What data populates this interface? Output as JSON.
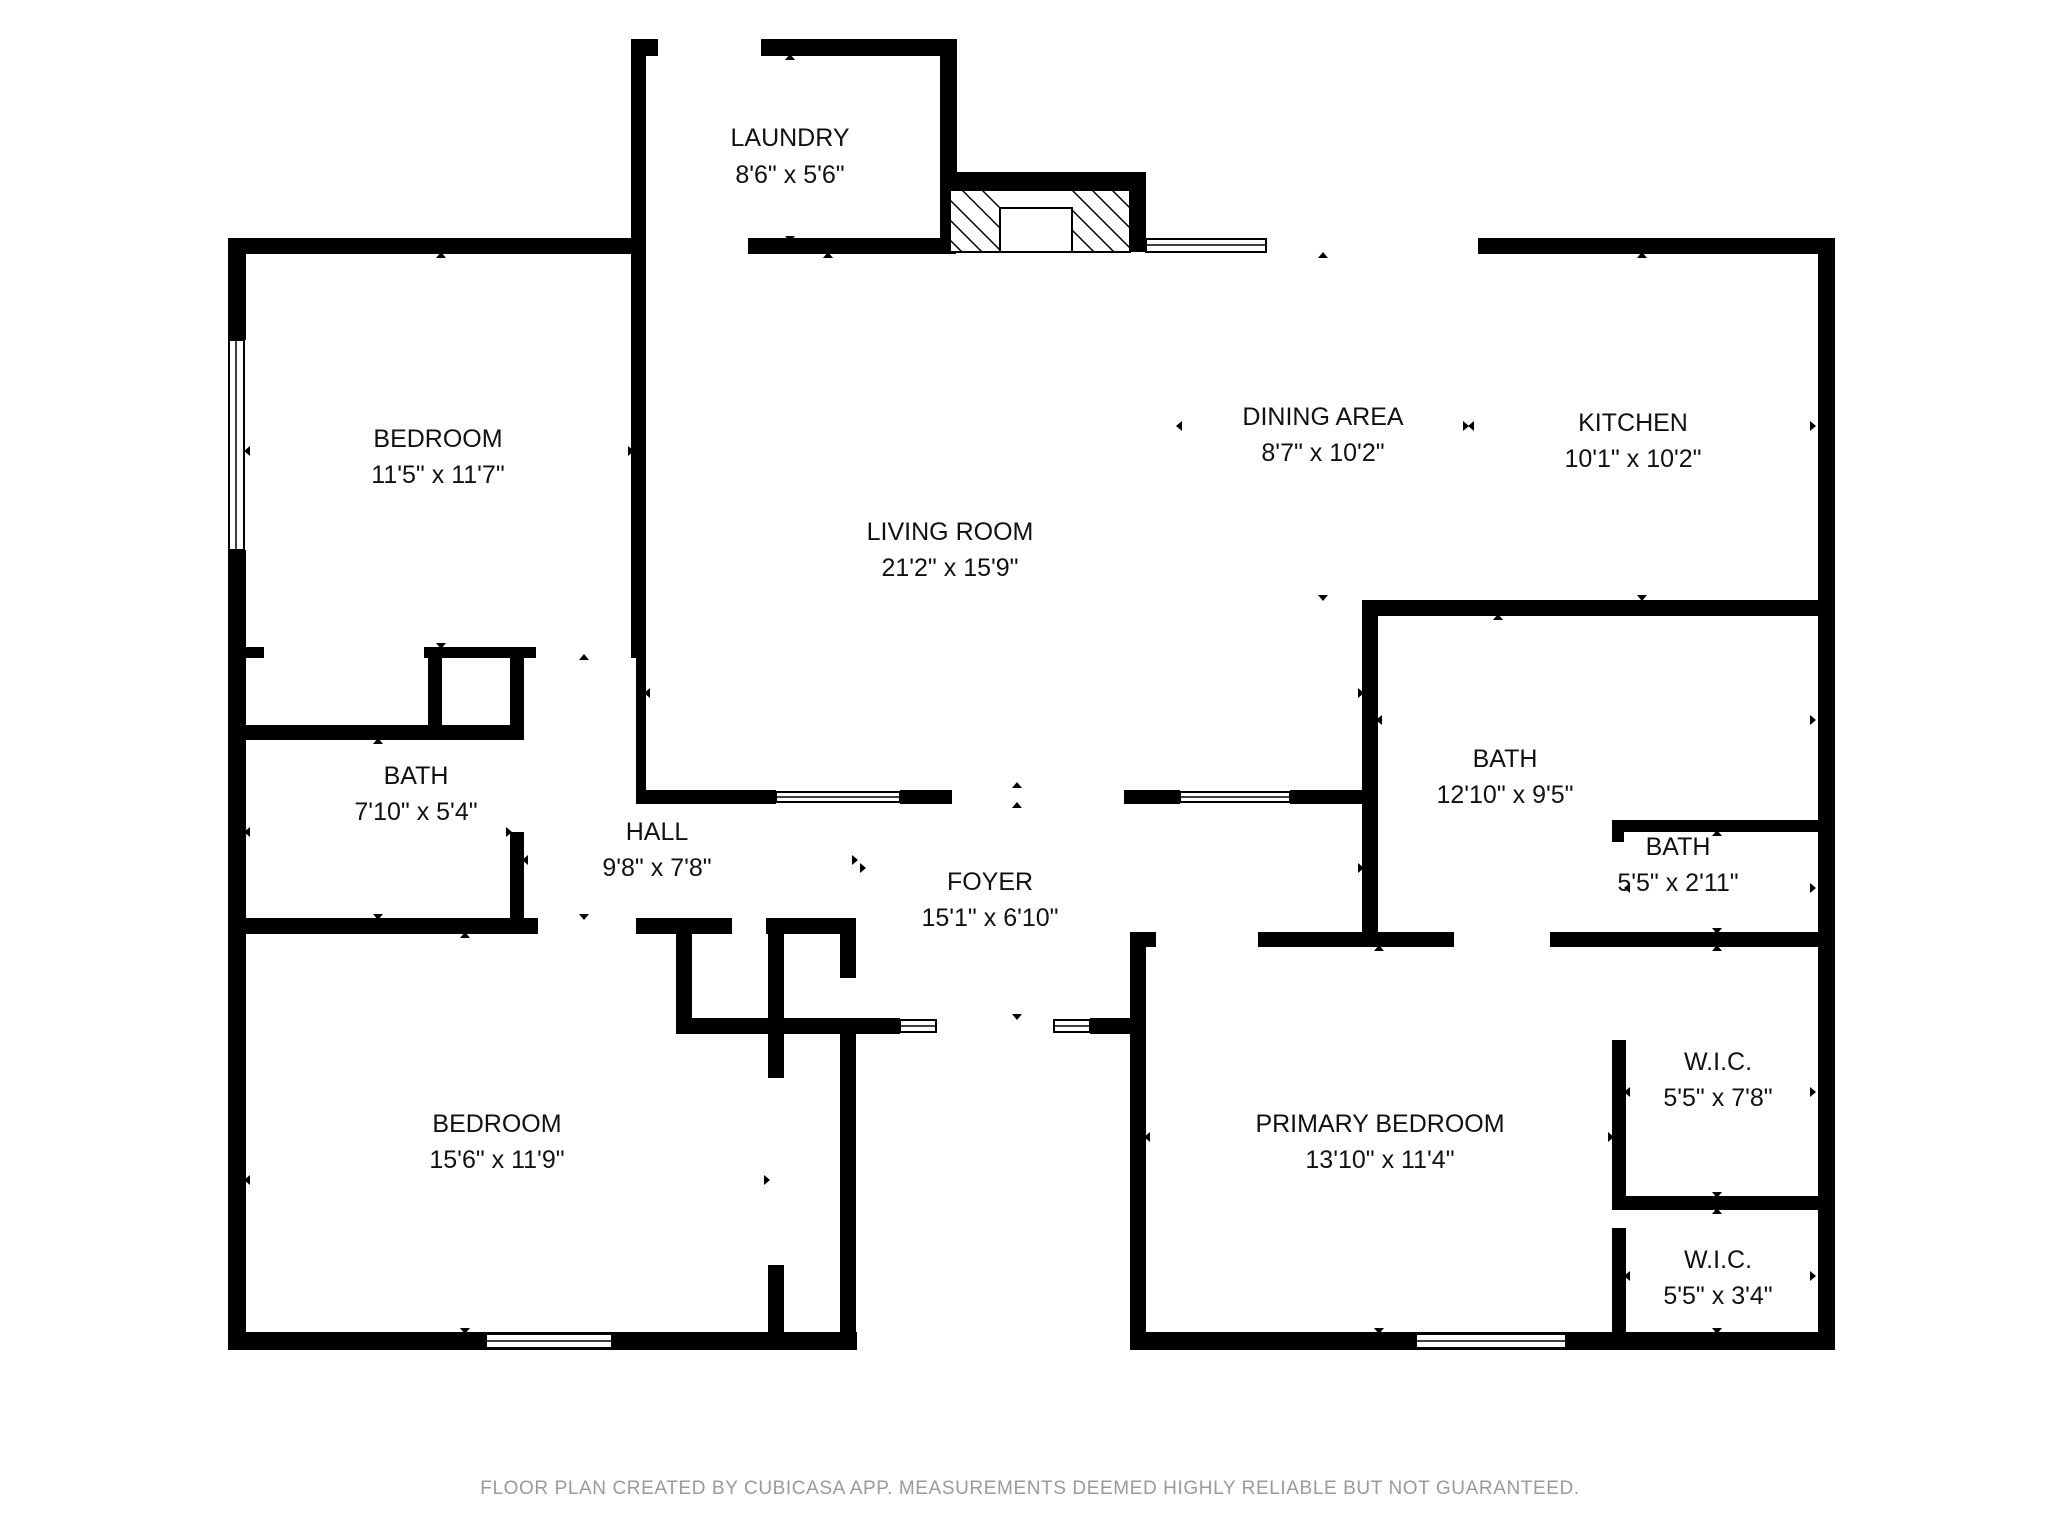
{
  "rooms": [
    {
      "id": "laundry",
      "name": "LAUNDRY",
      "dims": "8'6\" x 5'6\""
    },
    {
      "id": "bedroom-1",
      "name": "BEDROOM",
      "dims": "11'5\" x 11'7\""
    },
    {
      "id": "living-room",
      "name": "LIVING ROOM",
      "dims": "21'2\" x 15'9\""
    },
    {
      "id": "dining-area",
      "name": "DINING AREA",
      "dims": "8'7\" x 10'2\""
    },
    {
      "id": "kitchen",
      "name": "KITCHEN",
      "dims": "10'1\" x 10'2\""
    },
    {
      "id": "bath-1",
      "name": "BATH",
      "dims": "7'10\" x 5'4\""
    },
    {
      "id": "hall",
      "name": "HALL",
      "dims": "9'8\" x 7'8\""
    },
    {
      "id": "foyer",
      "name": "FOYER",
      "dims": "15'1\" x 6'10\""
    },
    {
      "id": "bath-2",
      "name": "BATH",
      "dims": "12'10\" x 9'5\""
    },
    {
      "id": "bath-3",
      "name": "BATH",
      "dims": "5'5\" x 2'11\""
    },
    {
      "id": "bedroom-2",
      "name": "BEDROOM",
      "dims": "15'6\" x 11'9\""
    },
    {
      "id": "primary-bedroom",
      "name": "PRIMARY BEDROOM",
      "dims": "13'10\" x 11'4\""
    },
    {
      "id": "wic-1",
      "name": "W.I.C.",
      "dims": "5'5\" x 7'8\""
    },
    {
      "id": "wic-2",
      "name": "W.I.C.",
      "dims": "5'5\" x 3'4\""
    }
  ],
  "footer": "FLOOR PLAN CREATED BY CUBICASA APP. MEASUREMENTS DEEMED HIGHLY RELIABLE BUT NOT GUARANTEED.",
  "colors": {
    "wall": "#000000",
    "background": "#ffffff",
    "footer_text": "#9a9a9a"
  }
}
